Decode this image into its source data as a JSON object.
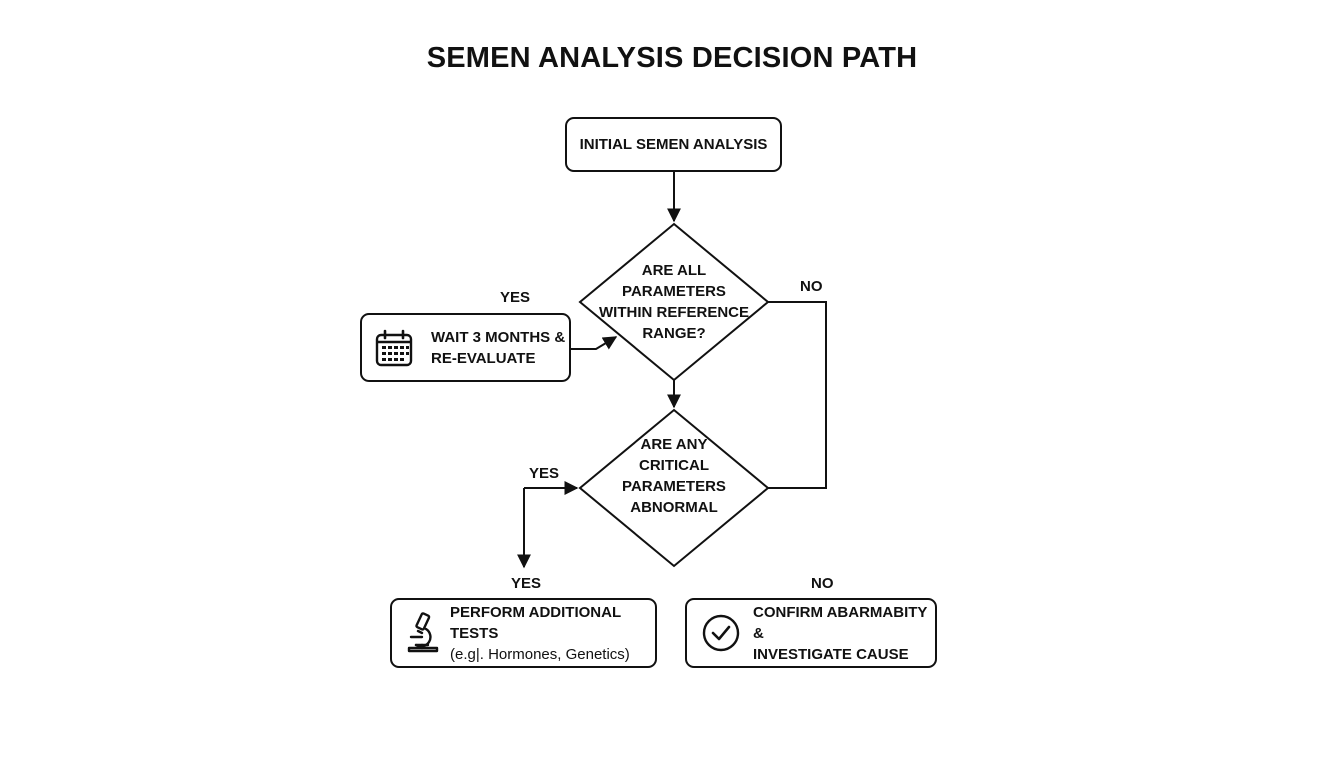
{
  "title": "SEMEN ANALYSIS DECISION PATH",
  "nodes": {
    "start": {
      "label": "INITIAL SEMEN ANALYSIS"
    },
    "decision_reference": {
      "lines": [
        "ARE ALL",
        "PARAMETERS",
        "WITHIN REFERENCE",
        "RANGE?"
      ]
    },
    "decision_critical": {
      "lines": [
        "ARE ANY",
        "CRITICAL",
        "PARAMETERS",
        "ABNORMAL"
      ]
    },
    "wait": {
      "lines": [
        "WAIT 3 MONTHS &",
        "RE-EVALUATE"
      ],
      "icon": "calendar-icon"
    },
    "additional_tests": {
      "lines": [
        "PERFORM ADDITIONAL TESTS",
        "(e.g|. Hormones, Genetics)"
      ],
      "icon": "microscope-icon"
    },
    "confirm": {
      "lines": [
        "CONFIRM ABARMABITY &",
        "INVESTIGATE CAUSE"
      ],
      "icon": "check-circle-icon"
    }
  },
  "edge_labels": {
    "yes_wait": "YES",
    "no_reference": "NO",
    "yes_critical": "YES",
    "yes_tests": "YES",
    "no_confirm": "NO"
  }
}
